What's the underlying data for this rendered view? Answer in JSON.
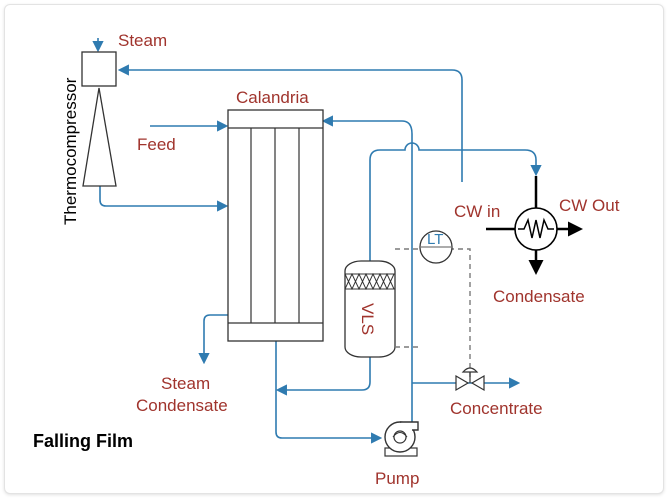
{
  "diagram": {
    "title": "Falling Film",
    "labels": {
      "steam": "Steam",
      "thermocompressor": "Thermocompressor",
      "calandria": "Calandria",
      "feed": "Feed",
      "steam_condensate_line1": "Steam",
      "steam_condensate_line2": "Condensate",
      "vls": "VLS",
      "level_transmitter": "LT",
      "cw_in": "CW in",
      "cw_out": "CW Out",
      "condensate": "Condensate",
      "concentrate": "Concentrate",
      "pump": "Pump"
    },
    "colors": {
      "pipe": "#2f7bb0",
      "label": "#a0342d",
      "equipment_outline": "#333333",
      "signal_line": "#7a7a7a"
    },
    "icons": {
      "pump": "centrifugal-pump-icon",
      "valve": "control-valve-icon",
      "condenser": "heat-exchanger-icon"
    }
  }
}
